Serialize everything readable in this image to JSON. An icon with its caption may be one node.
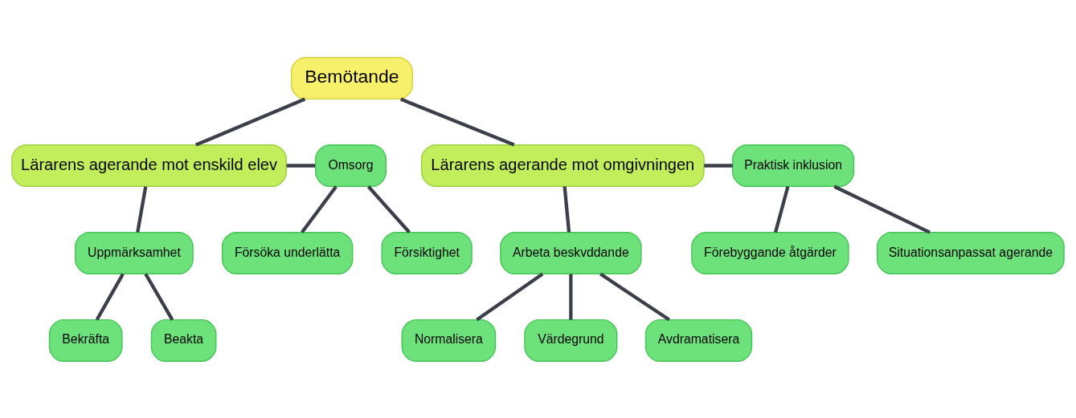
{
  "diagram": {
    "nodes": [
      {
        "text": [
          "Bemötande"
        ]
      },
      {
        "text": [
          "Lärarens agerande mot enskild elev"
        ]
      },
      {
        "text": [
          "Lärarens agerande mot omgivningen"
        ]
      },
      {
        "text": [
          "Omsorg"
        ]
      },
      {
        "text": [
          "Försiktighet"
        ]
      },
      {
        "text": [
          "Försöka underlätta"
        ]
      },
      {
        "text": [
          "Uppmärksamhet"
        ]
      },
      {
        "text": [
          "Beakta"
        ]
      },
      {
        "text": [
          "Bekräfta"
        ]
      },
      {
        "text": [
          "Praktisk inklusion"
        ]
      },
      {
        "text": [
          "Förebyggande åtgärder"
        ]
      },
      {
        "text": [
          "Situationsanpassat agerande"
        ]
      },
      {
        "text": [
          "Arbeta beskvddande"
        ]
      },
      {
        "text": [
          "Värdegrund"
        ]
      },
      {
        "text": [
          "Avdramatisera"
        ]
      },
      {
        "text": [
          "Normalisera"
        ]
      }
    ],
    "edges": [
      {
        "from": 0,
        "to": 1,
        "arrow": "none"
      },
      {
        "from": 0,
        "to": 2,
        "arrow": "none"
      },
      {
        "from": 1,
        "to": 3,
        "arrow": "none"
      },
      {
        "from": 3,
        "to": 4,
        "arrow": "none"
      },
      {
        "from": 3,
        "to": 5,
        "arrow": "none"
      },
      {
        "from": 1,
        "to": 6,
        "arrow": "none"
      },
      {
        "from": 6,
        "to": 7,
        "arrow": "none"
      },
      {
        "from": 6,
        "to": 8,
        "arrow": "none"
      },
      {
        "from": 2,
        "to": 9,
        "arrow": "none"
      },
      {
        "from": 9,
        "to": 10,
        "arrow": "none"
      },
      {
        "from": 9,
        "to": 11,
        "arrow": "none"
      },
      {
        "from": 2,
        "to": 12,
        "arrow": "none"
      },
      {
        "from": 12,
        "to": 13,
        "arrow": "none"
      },
      {
        "from": 12,
        "to": 14,
        "arrow": "none"
      },
      {
        "from": 12,
        "to": 15,
        "arrow": "none"
      }
    ]
  }
}
